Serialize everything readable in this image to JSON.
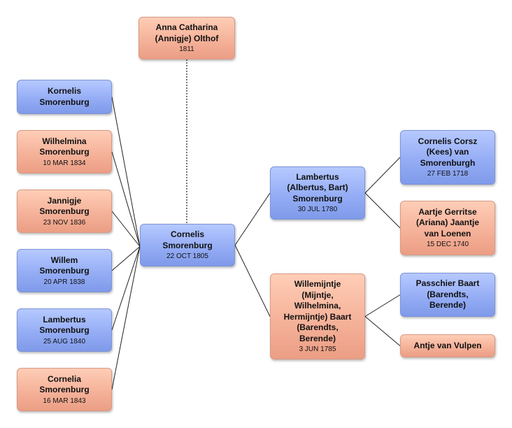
{
  "people": {
    "anna": {
      "name": "Anna Catharina\n(Annigje) Olthof",
      "date": "1811",
      "sex": "female"
    },
    "kornelis": {
      "name": "Kornelis\nSmorenburg",
      "date": "",
      "sex": "male"
    },
    "wilhelmina": {
      "name": "Wilhelmina\nSmorenburg",
      "date": "10 MAR 1834",
      "sex": "female"
    },
    "jannigje": {
      "name": "Jannigje\nSmorenburg",
      "date": "23 NOV 1836",
      "sex": "female"
    },
    "willem": {
      "name": "Willem\nSmorenburg",
      "date": "20 APR 1838",
      "sex": "male"
    },
    "lambertus_child": {
      "name": "Lambertus\nSmorenburg",
      "date": "25 AUG 1840",
      "sex": "male"
    },
    "cornelia": {
      "name": "Cornelia\nSmorenburg",
      "date": "16 MAR 1843",
      "sex": "female"
    },
    "cornelis": {
      "name": "Cornelis\nSmorenburg",
      "date": "22 OCT 1805",
      "sex": "male"
    },
    "lambertus_father": {
      "name": "Lambertus\n(Albertus, Bart)\nSmorenburg",
      "date": "30 JUL 1780",
      "sex": "male"
    },
    "willemijntje": {
      "name": "Willemijntje\n(Mijntje,\nWilhelmina,\nHermijntje) Baart\n(Barendts,\nBerende)",
      "date": "3 JUN 1785",
      "sex": "female"
    },
    "cornelis_corsz": {
      "name": "Cornelis Corsz\n(Kees) van\nSmorenburgh",
      "date": "27 FEB 1718",
      "sex": "male"
    },
    "aartje": {
      "name": "Aartje Gerritse\n(Ariana) Jaantje\nvan Loenen",
      "date": "15 DEC 1740",
      "sex": "female"
    },
    "passchier": {
      "name": "Passchier Baart\n(Barendts,\nBerende)",
      "date": "",
      "sex": "male"
    },
    "antje": {
      "name": "Antje van Vulpen",
      "date": "",
      "sex": "female"
    }
  },
  "relationships": [
    {
      "from": "cornelis",
      "to": "anna",
      "type": "spouse",
      "style": "dashed"
    },
    {
      "from": "cornelis",
      "to": "kornelis",
      "type": "child"
    },
    {
      "from": "cornelis",
      "to": "wilhelmina",
      "type": "child"
    },
    {
      "from": "cornelis",
      "to": "jannigje",
      "type": "child"
    },
    {
      "from": "cornelis",
      "to": "willem",
      "type": "child"
    },
    {
      "from": "cornelis",
      "to": "lambertus_child",
      "type": "child"
    },
    {
      "from": "cornelis",
      "to": "cornelia",
      "type": "child"
    },
    {
      "from": "cornelis",
      "to": "lambertus_father",
      "type": "parent"
    },
    {
      "from": "cornelis",
      "to": "willemijntje",
      "type": "parent"
    },
    {
      "from": "lambertus_father",
      "to": "cornelis_corsz",
      "type": "parent"
    },
    {
      "from": "lambertus_father",
      "to": "aartje",
      "type": "parent"
    },
    {
      "from": "willemijntje",
      "to": "passchier",
      "type": "parent"
    },
    {
      "from": "willemijntje",
      "to": "antje",
      "type": "parent"
    }
  ],
  "colors": {
    "male": "#95adf5",
    "female": "#f5b29a",
    "line": "#222222",
    "spouse_line": "#555555"
  }
}
